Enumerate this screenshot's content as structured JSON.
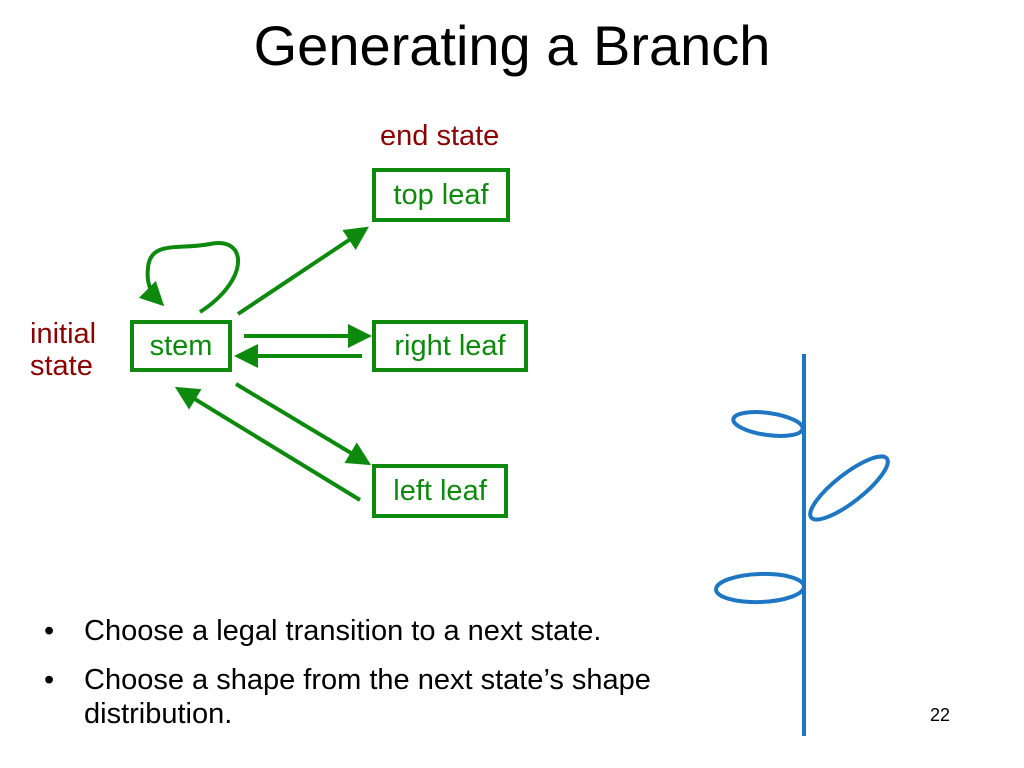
{
  "title": "Generating a Branch",
  "labels": {
    "end_state": "end state",
    "initial_state": "initial\nstate"
  },
  "states": {
    "stem": "stem",
    "top_leaf": "top leaf",
    "right_leaf": "right leaf",
    "left_leaf": "left leaf"
  },
  "bullets": [
    {
      "marker": "•",
      "text": "Choose a legal transition to a next state."
    },
    {
      "marker": "•",
      "text": "Choose a shape from the next state’s shape distribution."
    }
  ],
  "page_number": "22",
  "colors": {
    "title": "#000000",
    "state_label": "#8b0000",
    "state": "#0d8a0d",
    "plant": "#1f77c4"
  }
}
